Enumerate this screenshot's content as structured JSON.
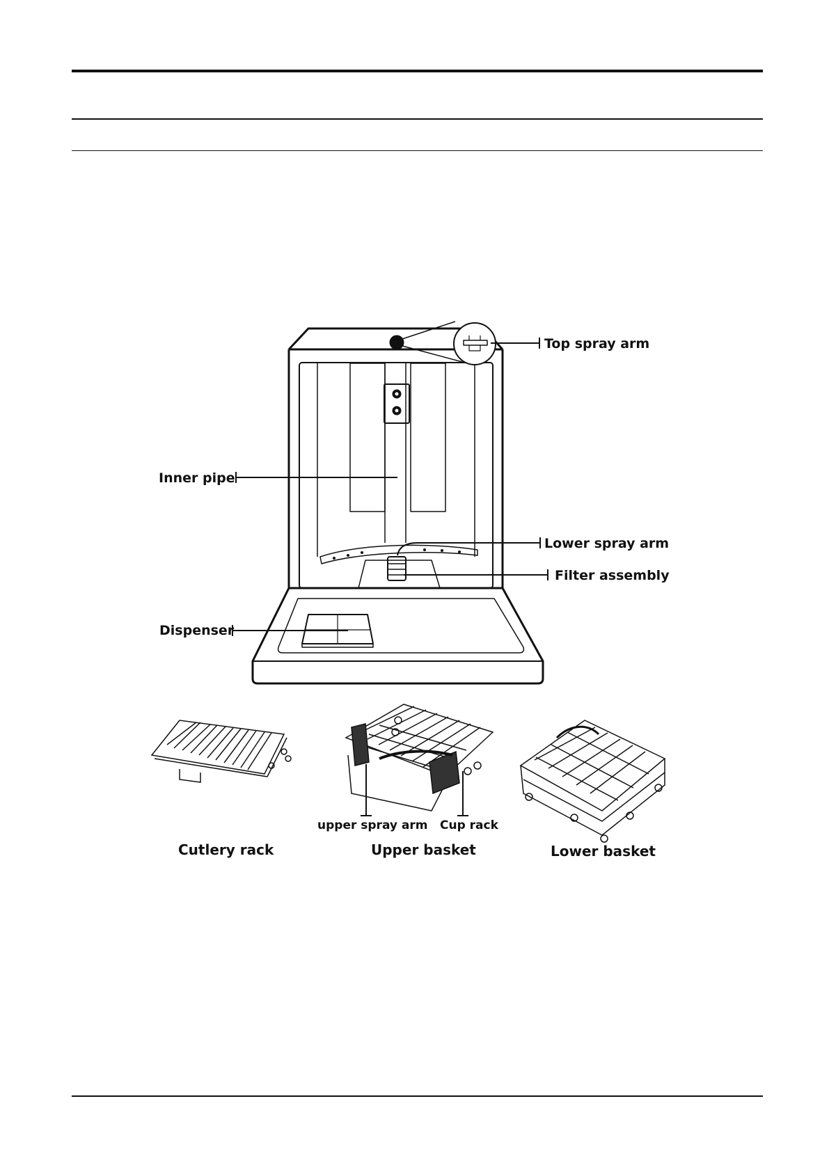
{
  "labels": {
    "top_spray_arm": "Top spray arm",
    "inner_pipe": "Inner pipe",
    "lower_spray_arm": "Lower spray arm",
    "filter_assembly": "Filter assembly",
    "dispenser": "Dispenser",
    "upper_spray_arm": "upper spray arm",
    "cup_rack": "Cup rack"
  },
  "captions": {
    "cutlery_rack": "Cutlery rack",
    "upper_basket": "Upper basket",
    "lower_basket": "Lower basket"
  }
}
